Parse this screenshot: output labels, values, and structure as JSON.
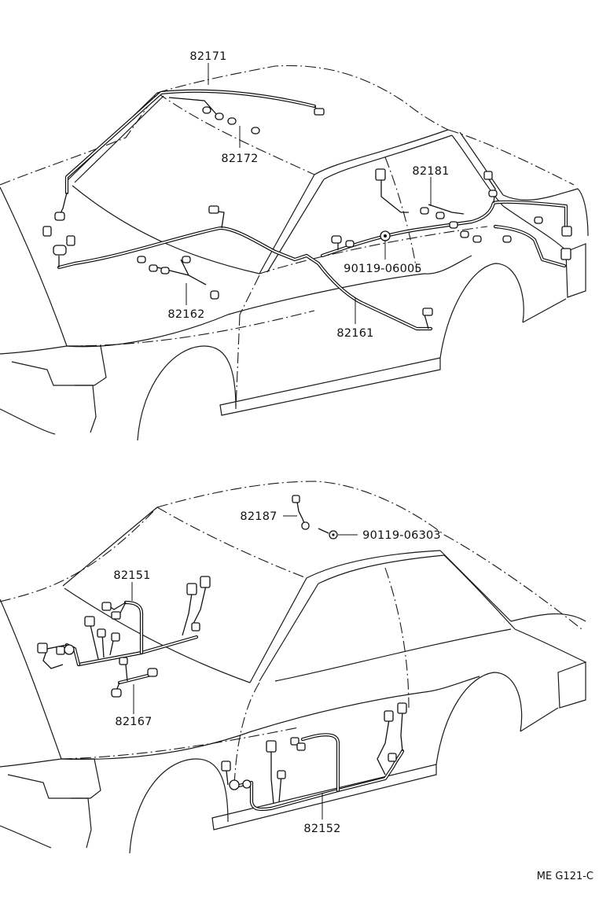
{
  "parts_top": {
    "p82171": "82171",
    "p82172": "82172",
    "p82181": "82181",
    "p90119_06005": "90119-06005",
    "p82162": "82162",
    "p82161": "82161"
  },
  "parts_bottom": {
    "p82187": "82187",
    "p90119_06303": "90119-06303",
    "p82151": "82151",
    "p82167": "82167",
    "p82152": "82152"
  },
  "drawing_ref": "ME G121-C"
}
